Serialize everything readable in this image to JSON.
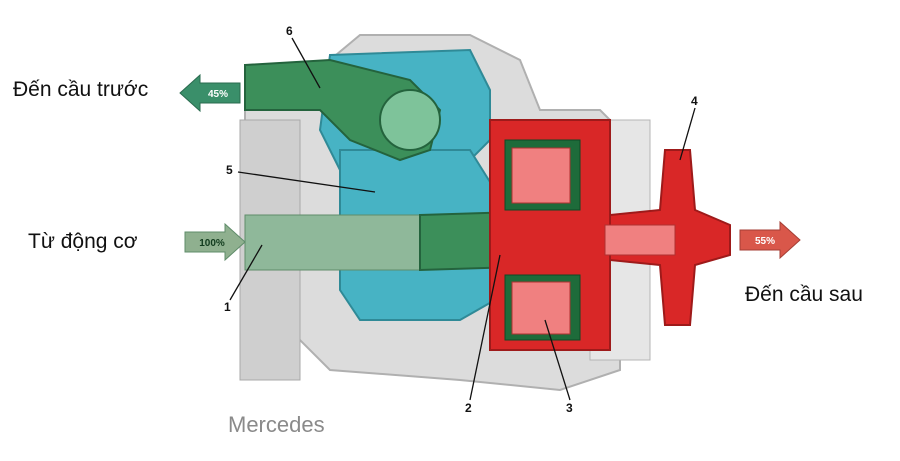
{
  "labels": {
    "to_front_axle": "Đến cầu trước",
    "from_engine": "Từ động cơ",
    "to_rear_axle": "Đến cầu sau"
  },
  "percentages": {
    "front": "45%",
    "engine": "100%",
    "rear": "55%"
  },
  "callouts": [
    "1",
    "2",
    "3",
    "4",
    "5",
    "6"
  ],
  "watermark": "Mercedes",
  "colors": {
    "housing": "#d9d9d9",
    "shaft_green": "#3c8f5a",
    "cyan_carrier": "#47b3c4",
    "red_gear": "#d92727",
    "dark_green_ring": "#1e6b3a",
    "arrow_front": "#3a8f6a",
    "arrow_engine": "#8fb08f",
    "arrow_rear": "#d9574a"
  }
}
